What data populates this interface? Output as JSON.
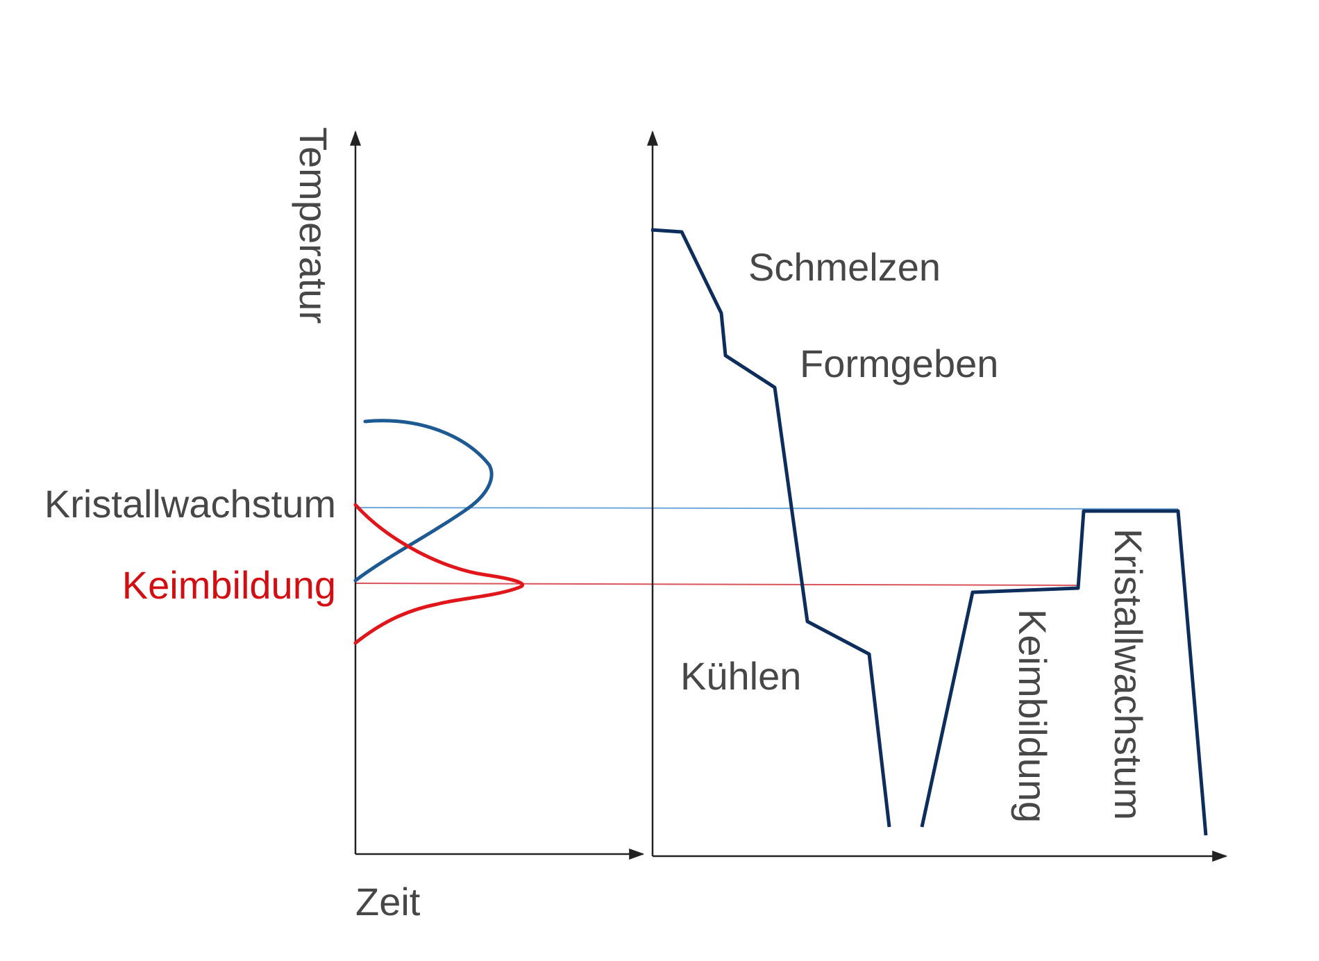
{
  "labels": {
    "y_axis": "Temperatur",
    "x_axis": "Zeit",
    "left_growth": "Kristallwachstum",
    "left_nucleation": "Keimbildung",
    "melt": "Schmelzen",
    "shape": "Formgeben",
    "cool": "Kühlen",
    "right_nucleation": "Keimbildung",
    "right_growth": "Kristallwachstum"
  },
  "colors": {
    "profile": "#0d2d5c",
    "growth_curve": "#1d5a93",
    "nucleation_curve": "#e0161b",
    "growth_line": "#6fa8dc",
    "nucleation_line": "#d9535a",
    "axis": "#222222",
    "text": "#474747",
    "nucleation_text": "#d40d12"
  }
}
